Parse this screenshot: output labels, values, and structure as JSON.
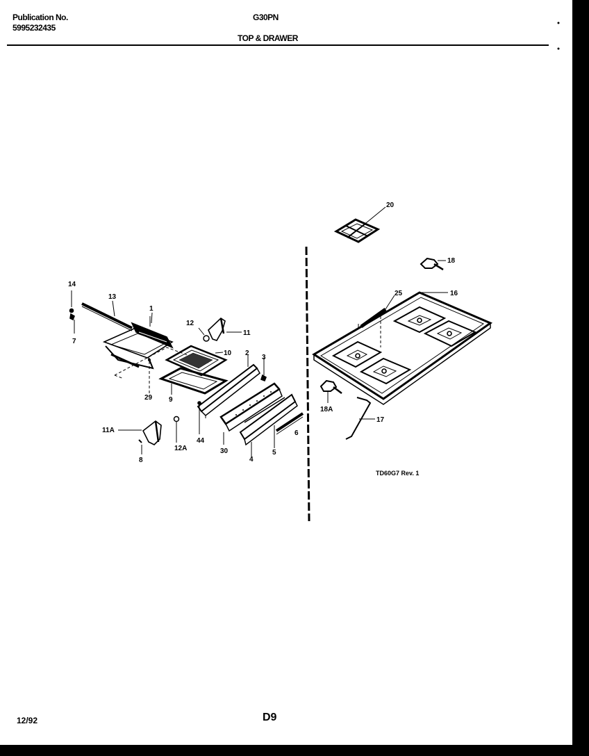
{
  "header": {
    "publication_label": "Publication No.",
    "publication_number": "5995232435",
    "model": "G30PN",
    "section_title": "TOP & DRAWER"
  },
  "callouts": {
    "c1": "1",
    "c2": "2",
    "c3": "3",
    "c4": "4",
    "c5": "5",
    "c6": "6",
    "c7": "7",
    "c8": "8",
    "c9": "9",
    "c10": "10",
    "c11": "11",
    "c11a": "11A",
    "c12": "12",
    "c12a": "12A",
    "c13": "13",
    "c14": "14",
    "c16": "16",
    "c17": "17",
    "c18": "18",
    "c18a": "18A",
    "c20": "20",
    "c25": "25",
    "c29": "29",
    "c30": "30",
    "c44": "44"
  },
  "drawing_code": "TD60G7 Rev. 1",
  "footer": {
    "date": "12/92",
    "page_code": "D9"
  }
}
